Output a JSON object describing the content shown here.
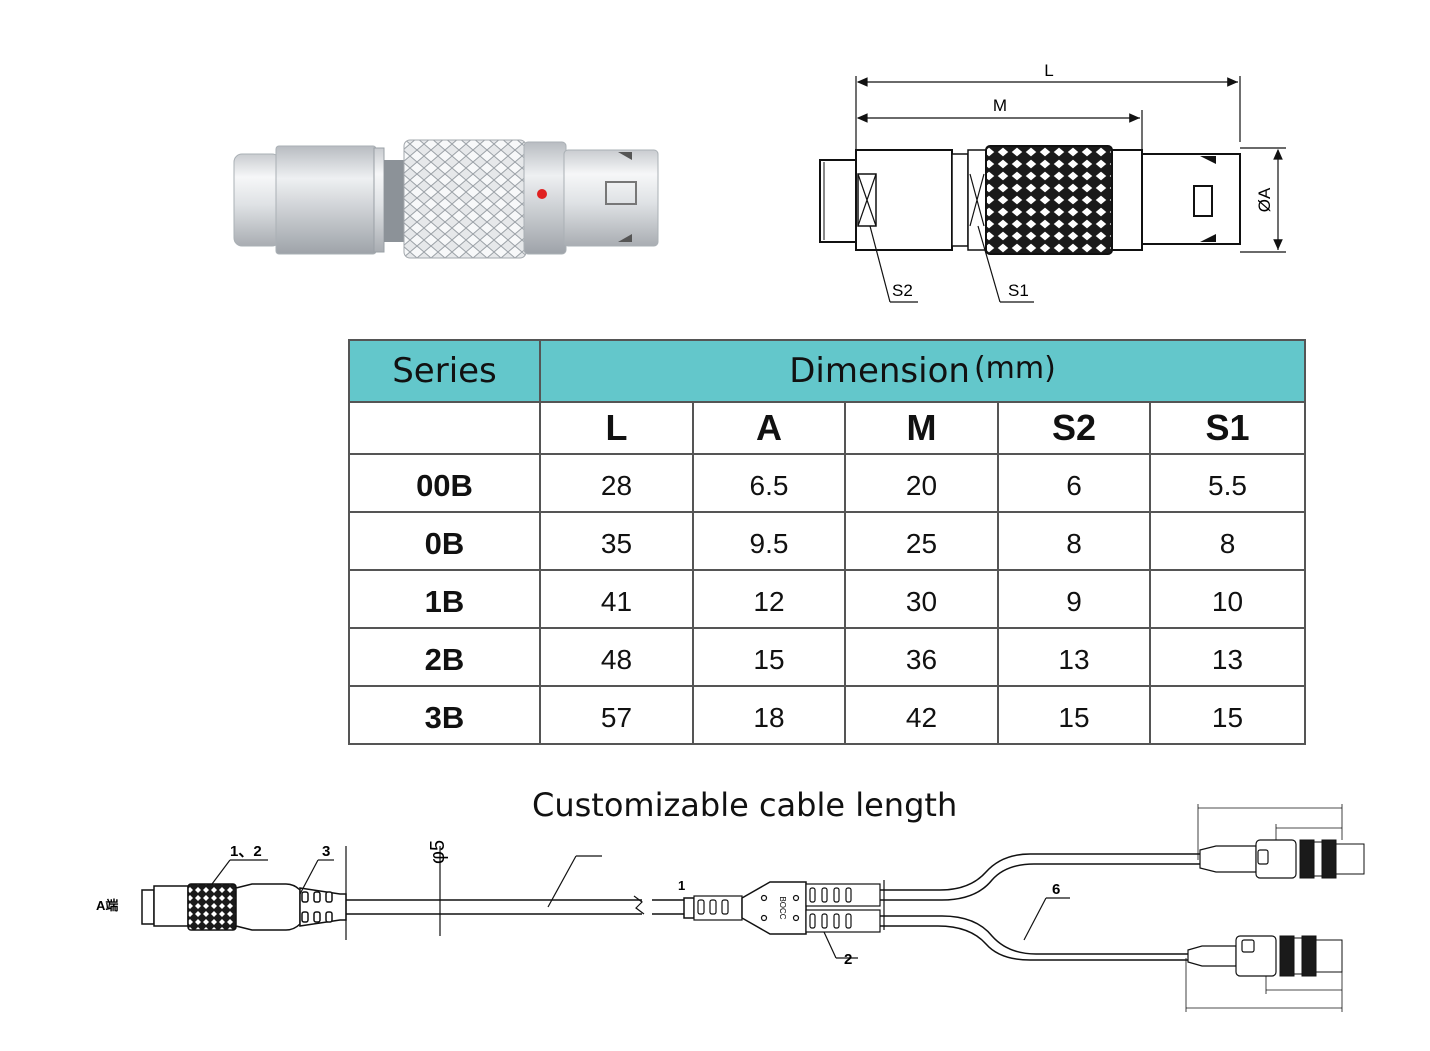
{
  "dimension_drawing": {
    "label_L": "L",
    "label_M": "M",
    "label_A": "ØA",
    "label_S2": "S2",
    "label_S1": "S1"
  },
  "table": {
    "header_series": "Series",
    "header_dimension": "Dimension",
    "header_unit": "(mm)",
    "columns": [
      "L",
      "A",
      "M",
      "S2",
      "S1"
    ],
    "rows": [
      {
        "series": "00B",
        "L": "28",
        "A": "6.5",
        "M": "20",
        "S2": "6",
        "S1": "5.5"
      },
      {
        "series": "0B",
        "L": "35",
        "A": "9.5",
        "M": "25",
        "S2": "8",
        "S1": "8"
      },
      {
        "series": "1B",
        "L": "41",
        "A": "12",
        "M": "30",
        "S2": "9",
        "S1": "10"
      },
      {
        "series": "2B",
        "L": "48",
        "A": "15",
        "M": "36",
        "S2": "13",
        "S1": "13"
      },
      {
        "series": "3B",
        "L": "57",
        "A": "18",
        "M": "42",
        "S2": "15",
        "S1": "15"
      }
    ]
  },
  "cable_drawing": {
    "title": "Customizable cable length",
    "end_label": "A端",
    "callout_1_2": "1、2",
    "callout_3": "3",
    "callout_phi5": "φ5",
    "callout_1": "1",
    "callout_2": "2",
    "callout_6": "6"
  },
  "colors": {
    "table_header": "#63c7cb",
    "table_border": "#555555",
    "indicator_dot": "#e02020"
  }
}
